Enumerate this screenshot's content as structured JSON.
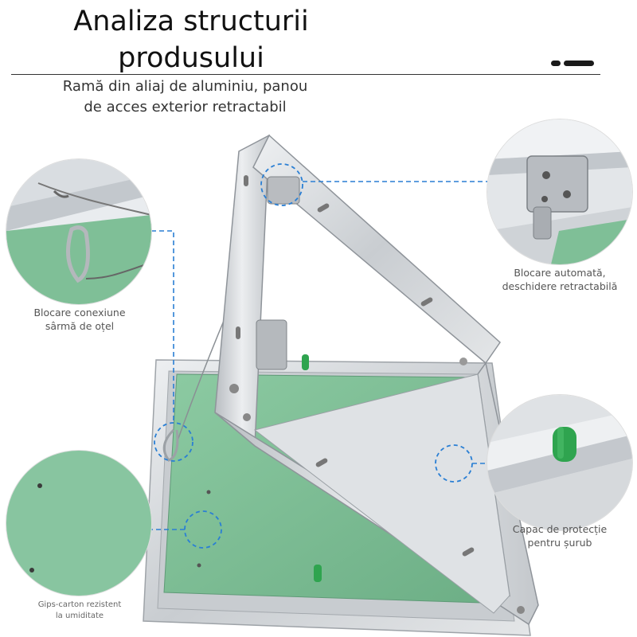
{
  "title_line1": "Analiza structurii",
  "title_line2": "produsului",
  "subtitle_line1": "Ramă din aliaj de aluminiu, panou",
  "subtitle_line2": "de acces exterior retractabil",
  "callouts": {
    "steel_wire": {
      "line1": "Blocare conexiune",
      "line2": "sârmă de oțel"
    },
    "auto_lock": {
      "line1": "Blocare automată,",
      "line2": "deschidere retractabilă"
    },
    "screw_cap": {
      "line1": "Capac de protecție",
      "line2": "pentru șurub"
    },
    "gypsum": {
      "line1": "Gips-carton rezistent",
      "line2": "la umiditate"
    }
  },
  "colors": {
    "board_green": "#7fbf97",
    "aluminium": "#d4d7da",
    "guide_blue": "#2a7fd4",
    "cap_green": "#2fa44f"
  }
}
